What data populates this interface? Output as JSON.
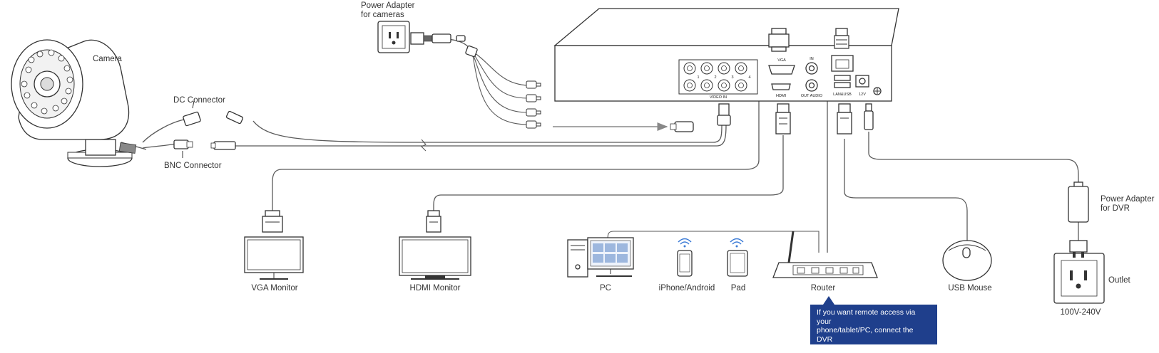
{
  "labels": {
    "camera": "Camera",
    "power_adapter_cameras_line1": "Power Adapter",
    "power_adapter_cameras_line2": "for cameras",
    "dc_connector": "DC Connector",
    "bnc_connector": "BNC Connector",
    "vga_monitor": "VGA Monitor",
    "hdmi_monitor": "HDMI Monitor",
    "pc": "PC",
    "iphone_android": "iPhone/Android",
    "pad": "Pad",
    "router": "Router",
    "usb_mouse": "USB Mouse",
    "outlet": "Outlet",
    "voltage": "100V-240V",
    "power_adapter_dvr_line1": "Power Adapter",
    "power_adapter_dvr_line2": "for DVR"
  },
  "dvr_panel": {
    "vga": "VGA",
    "in": "IN",
    "video_in": "VIDEO IN",
    "hdmi": "HDMI",
    "out_audio": "OUT AUDIO",
    "lan_usb": "LAN&USB",
    "power": "12V",
    "ch1": "1",
    "ch2": "2",
    "ch3": "3",
    "ch4": "4"
  },
  "note": {
    "text": "If you want remote access via your\nphone/tablet/PC, connect the DVR\nto a router.",
    "background": "#1f3f8c",
    "color": "#ffffff"
  },
  "colors": {
    "line": "#333333",
    "cable": "#5a5a5a",
    "arrow": "#888888"
  }
}
